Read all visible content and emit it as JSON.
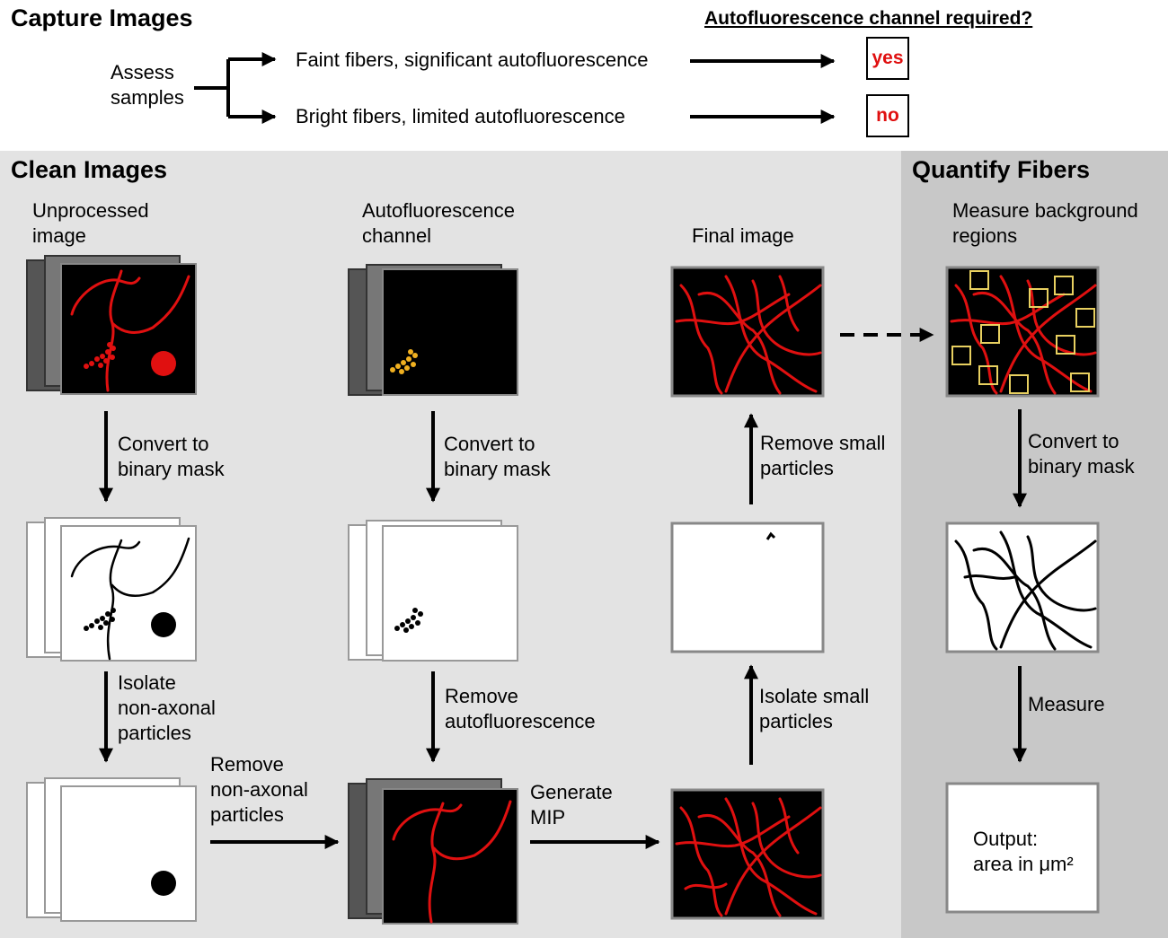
{
  "capture": {
    "title": "Capture Images",
    "assess": "Assess\nsamples",
    "question": "Autofluorescence channel required?",
    "branches": [
      {
        "label": "Faint fibers, significant autofluorescence",
        "answer": "yes"
      },
      {
        "label": "Bright fibers, limited autofluorescence",
        "answer": "no"
      }
    ]
  },
  "clean": {
    "title": "Clean Images",
    "unprocessed": "Unprocessed\nimage",
    "autofluor_channel": "Autofluorescence\nchannel",
    "final_image": "Final image",
    "steps": {
      "convert_left": "Convert to\nbinary mask",
      "convert_mid": "Convert to\nbinary mask",
      "isolate_nonaxonal": "Isolate\nnon-axonal\nparticles",
      "remove_nonaxonal": "Remove\nnon-axonal\nparticles",
      "remove_autofluor": "Remove\nautofluorescence",
      "generate_mip": "Generate\nMIP",
      "isolate_small": "Isolate small\nparticles",
      "remove_small": "Remove small\nparticles"
    }
  },
  "quantify": {
    "title": "Quantify Fibers",
    "measure_bg": "Measure background\nregions",
    "convert": "Convert to\nbinary mask",
    "measure": "Measure",
    "output": "Output:\narea in μm²"
  },
  "colors": {
    "fiber": "#e01010",
    "autofluor": "#f0b020",
    "roi_box": "#e8d060",
    "panel_clean": "#e3e3e3",
    "panel_quant": "#c8c8c8"
  }
}
